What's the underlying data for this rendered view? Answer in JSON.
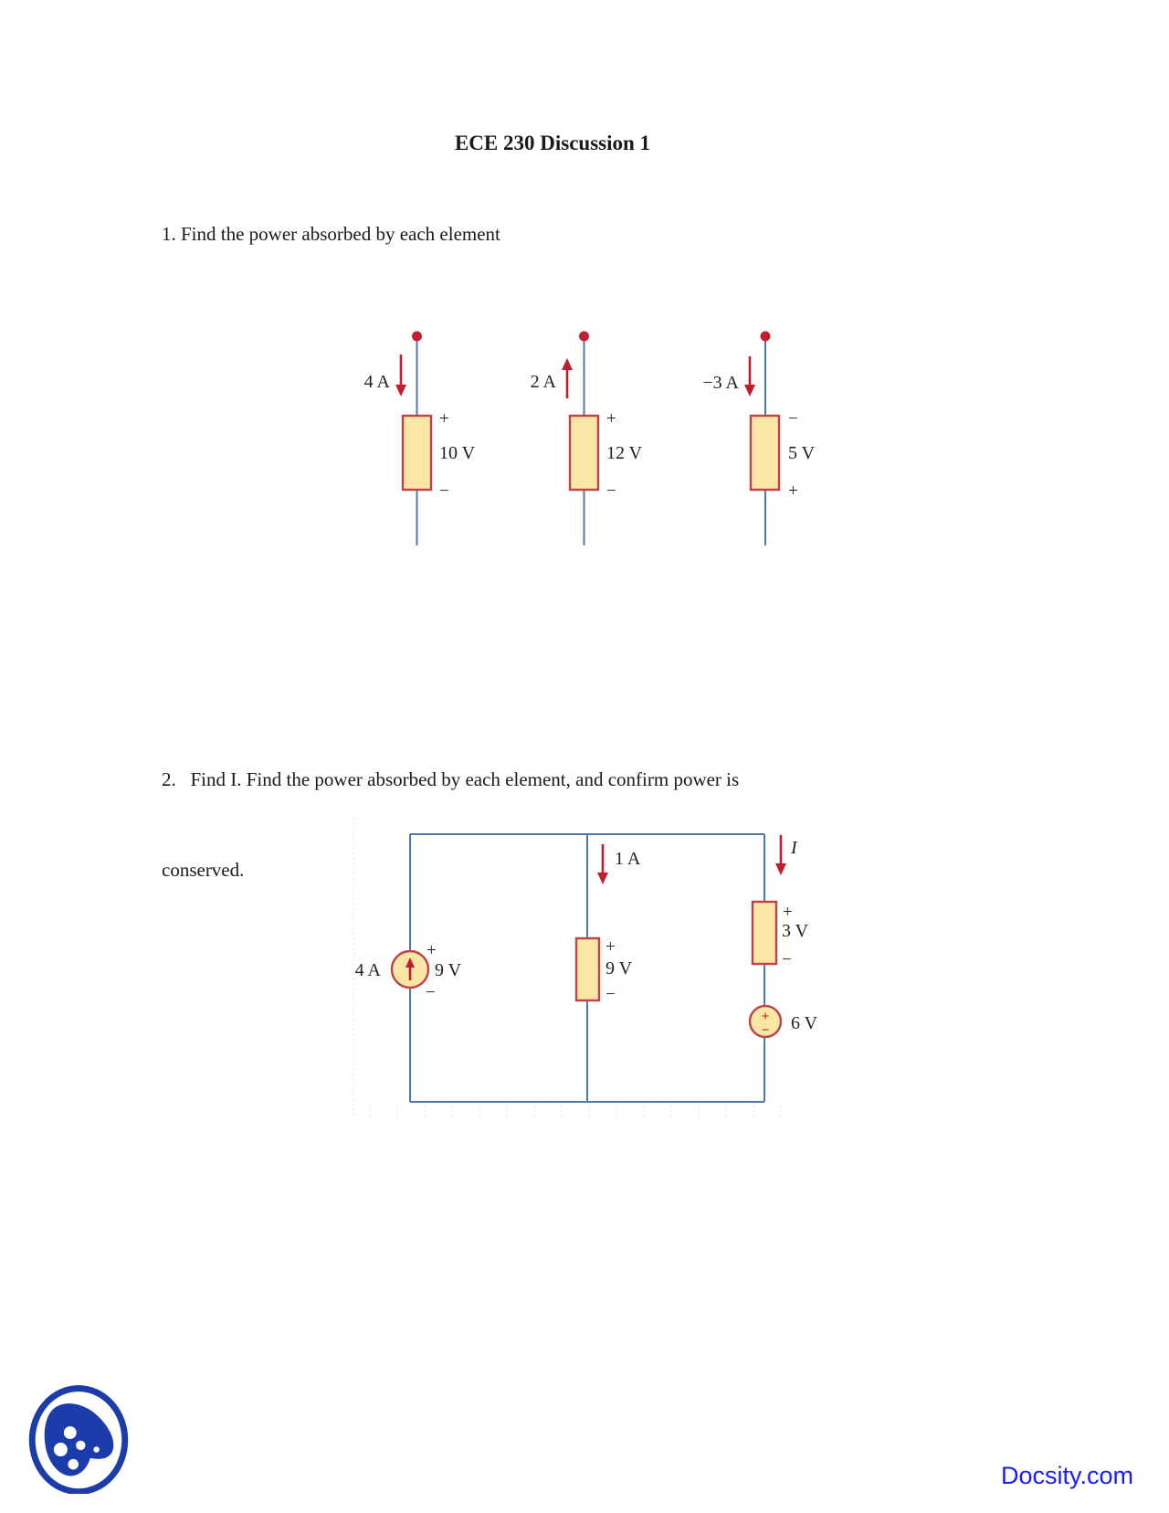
{
  "page": {
    "title": "ECE 230 Discussion 1",
    "problem1": "1. Find the power absorbed by each element",
    "problem2_line1": "2.   Find I. Find the power absorbed by each element, and confirm power is",
    "problem2_line2": "conserved.",
    "footer_link": "Docsity.com"
  },
  "colors": {
    "wire_blue": "#4d7ba7",
    "element_fill": "#fae7a6",
    "element_border": "#c04149",
    "arrow_red": "#be1e2d",
    "node_red": "#c21f32",
    "text_black": "#231f20",
    "docsity_blue": "#1a1aff",
    "logo_blue": "#1b3caa"
  },
  "circuit1": {
    "branches": [
      {
        "current_label": "4 A",
        "arrow_dir": "down",
        "top_sign": "+",
        "voltage": "10 V",
        "bottom_sign": "−"
      },
      {
        "current_label": "2 A",
        "arrow_dir": "up",
        "top_sign": "+",
        "voltage": "12 V",
        "bottom_sign": "−"
      },
      {
        "current_label": "−3 A",
        "arrow_dir": "down",
        "top_sign": "−",
        "voltage": "5 V",
        "bottom_sign": "+"
      }
    ]
  },
  "circuit2": {
    "left_branch": {
      "current": "4 A",
      "plus": "+",
      "voltage": "9 V",
      "minus": "−"
    },
    "middle_branch": {
      "current": "1 A",
      "plus": "+",
      "voltage": "9 V",
      "minus": "−"
    },
    "right_branch": {
      "current": "I",
      "plus": "+",
      "voltage": "3 V",
      "minus": "−"
    },
    "voltage_source": {
      "plus": "+",
      "minus": "−",
      "label": "6 V"
    }
  }
}
